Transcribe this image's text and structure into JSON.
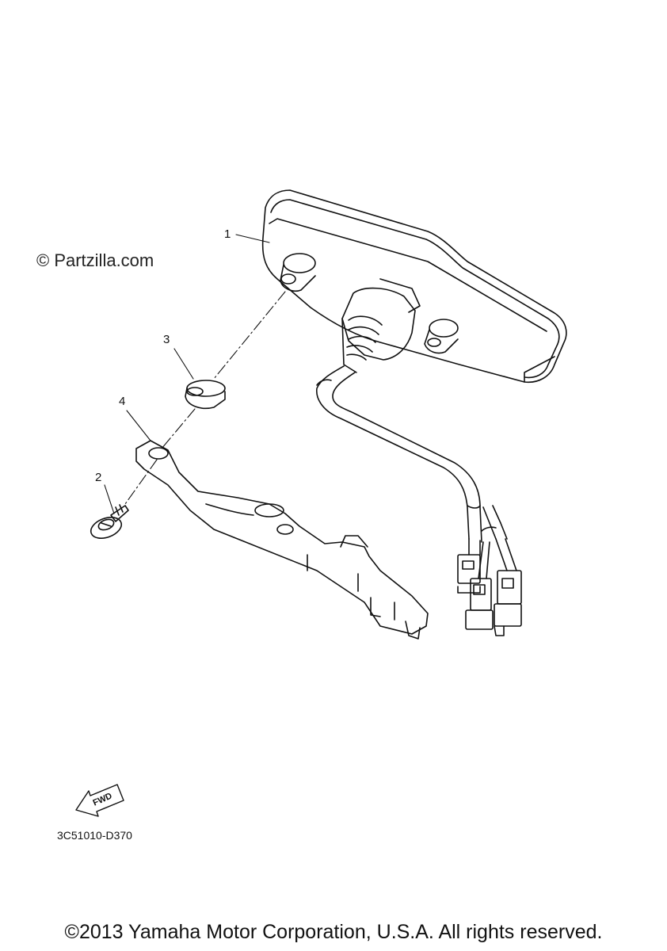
{
  "watermark": "© Partzilla.com",
  "callouts": {
    "c1": "1",
    "c2": "2",
    "c3": "3",
    "c4": "4"
  },
  "fwd_arrow_label": "FWD",
  "diagram_code": "3C51010-D370",
  "copyright": "©2013 Yamaha Motor Corporation, U.S.A. All rights reserved."
}
